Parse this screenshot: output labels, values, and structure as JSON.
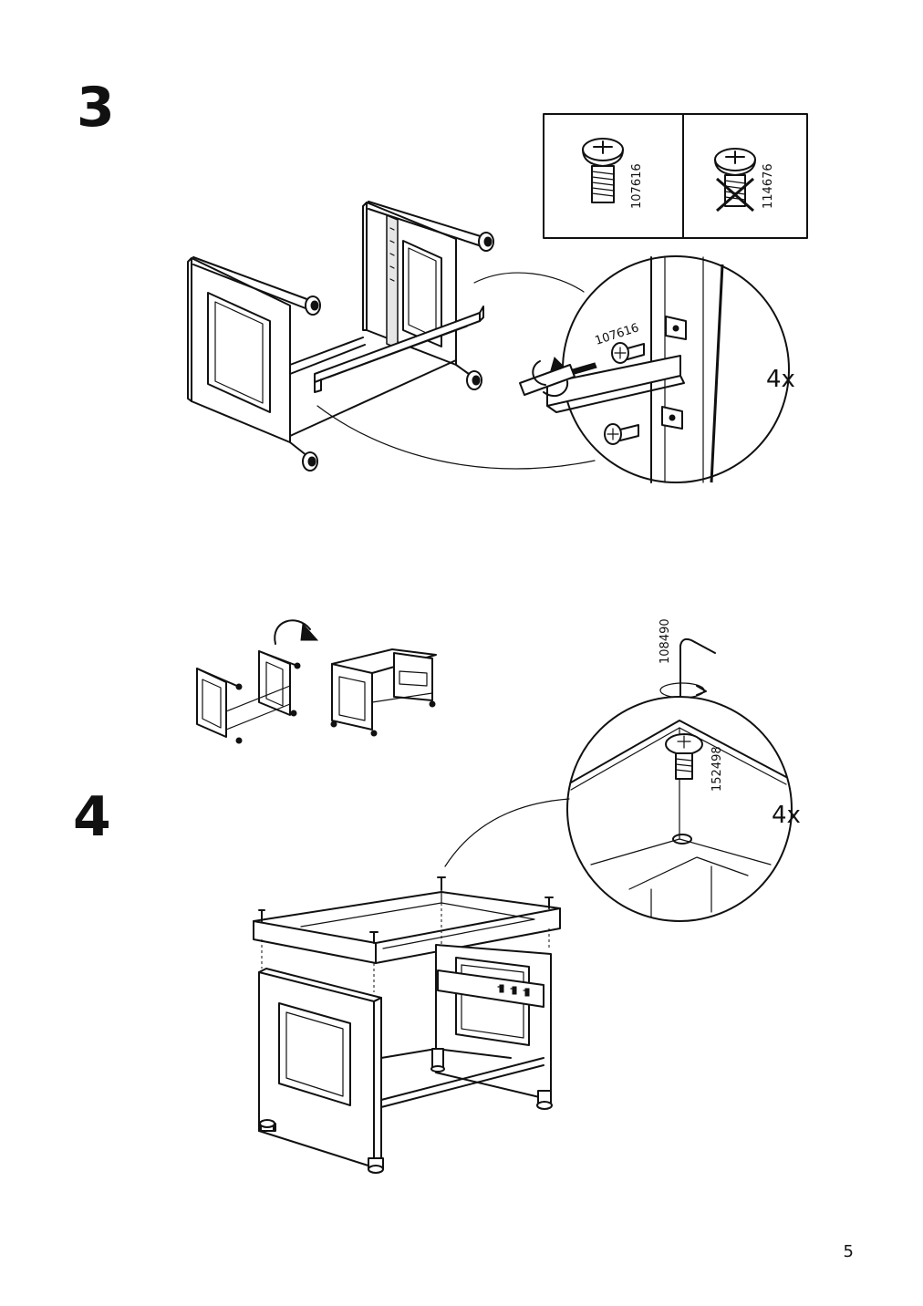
{
  "steps": [
    {
      "number": "3",
      "quantity": "4x",
      "screw_ok": "107616",
      "screw_wrong": "114676",
      "callout_part": "107616"
    },
    {
      "number": "4",
      "quantity": "4x",
      "tool": "108490",
      "screw": "152498"
    }
  ],
  "page": {
    "number": "5"
  }
}
